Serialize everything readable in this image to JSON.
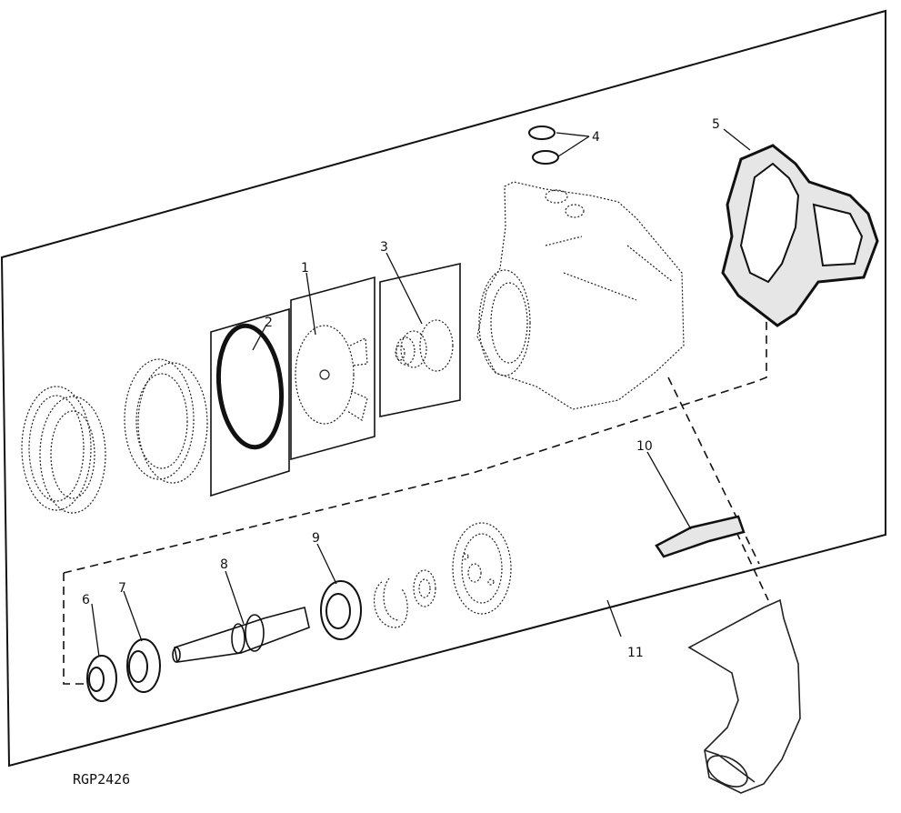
{
  "figure": {
    "reference_code": "RGP2426",
    "callouts": {
      "impeller": "1",
      "o_ring_large": "2",
      "seal": "3",
      "o_rings_small": "4",
      "gasket_housing": "5",
      "bearing_6": "6",
      "bearing_7": "7",
      "shaft": "8",
      "bearing_9": "9",
      "gasket_elbow": "10",
      "outline_group": "11"
    }
  }
}
